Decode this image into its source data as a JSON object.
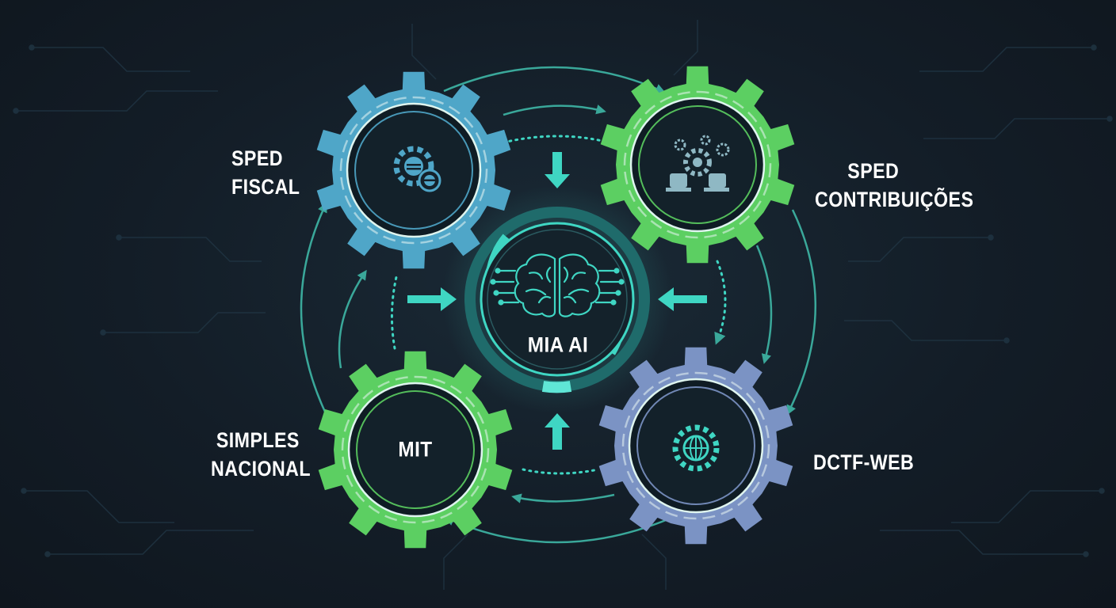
{
  "center": {
    "label": "MIA AI",
    "icon": "brain-circuit-icon",
    "color": "#3fd6c3"
  },
  "modules": [
    {
      "id": "sped-fiscal",
      "lines": [
        "SPED",
        "FISCAL"
      ],
      "gear_label": "",
      "icon": "gear-coin-icon",
      "color": "#4fa6c8"
    },
    {
      "id": "sped-contribuicoes",
      "lines": [
        "SPED",
        "CONTRIBUIÇÕES"
      ],
      "gear_label": "",
      "icon": "gears-machine-icon",
      "color": "#5ccf62"
    },
    {
      "id": "simples-nacional",
      "lines": [
        "SIMPLES",
        "NACIONAL"
      ],
      "gear_label": "MIT",
      "icon": "",
      "color": "#5ccf62"
    },
    {
      "id": "dctf-web",
      "lines": [
        "DCTF-WEB"
      ],
      "gear_label": "",
      "icon": "globe-gear-icon",
      "color": "#7b93c4"
    }
  ],
  "colors": {
    "background": "#131d27",
    "accent": "#3fd6c3",
    "flow": "#3aa89a"
  }
}
